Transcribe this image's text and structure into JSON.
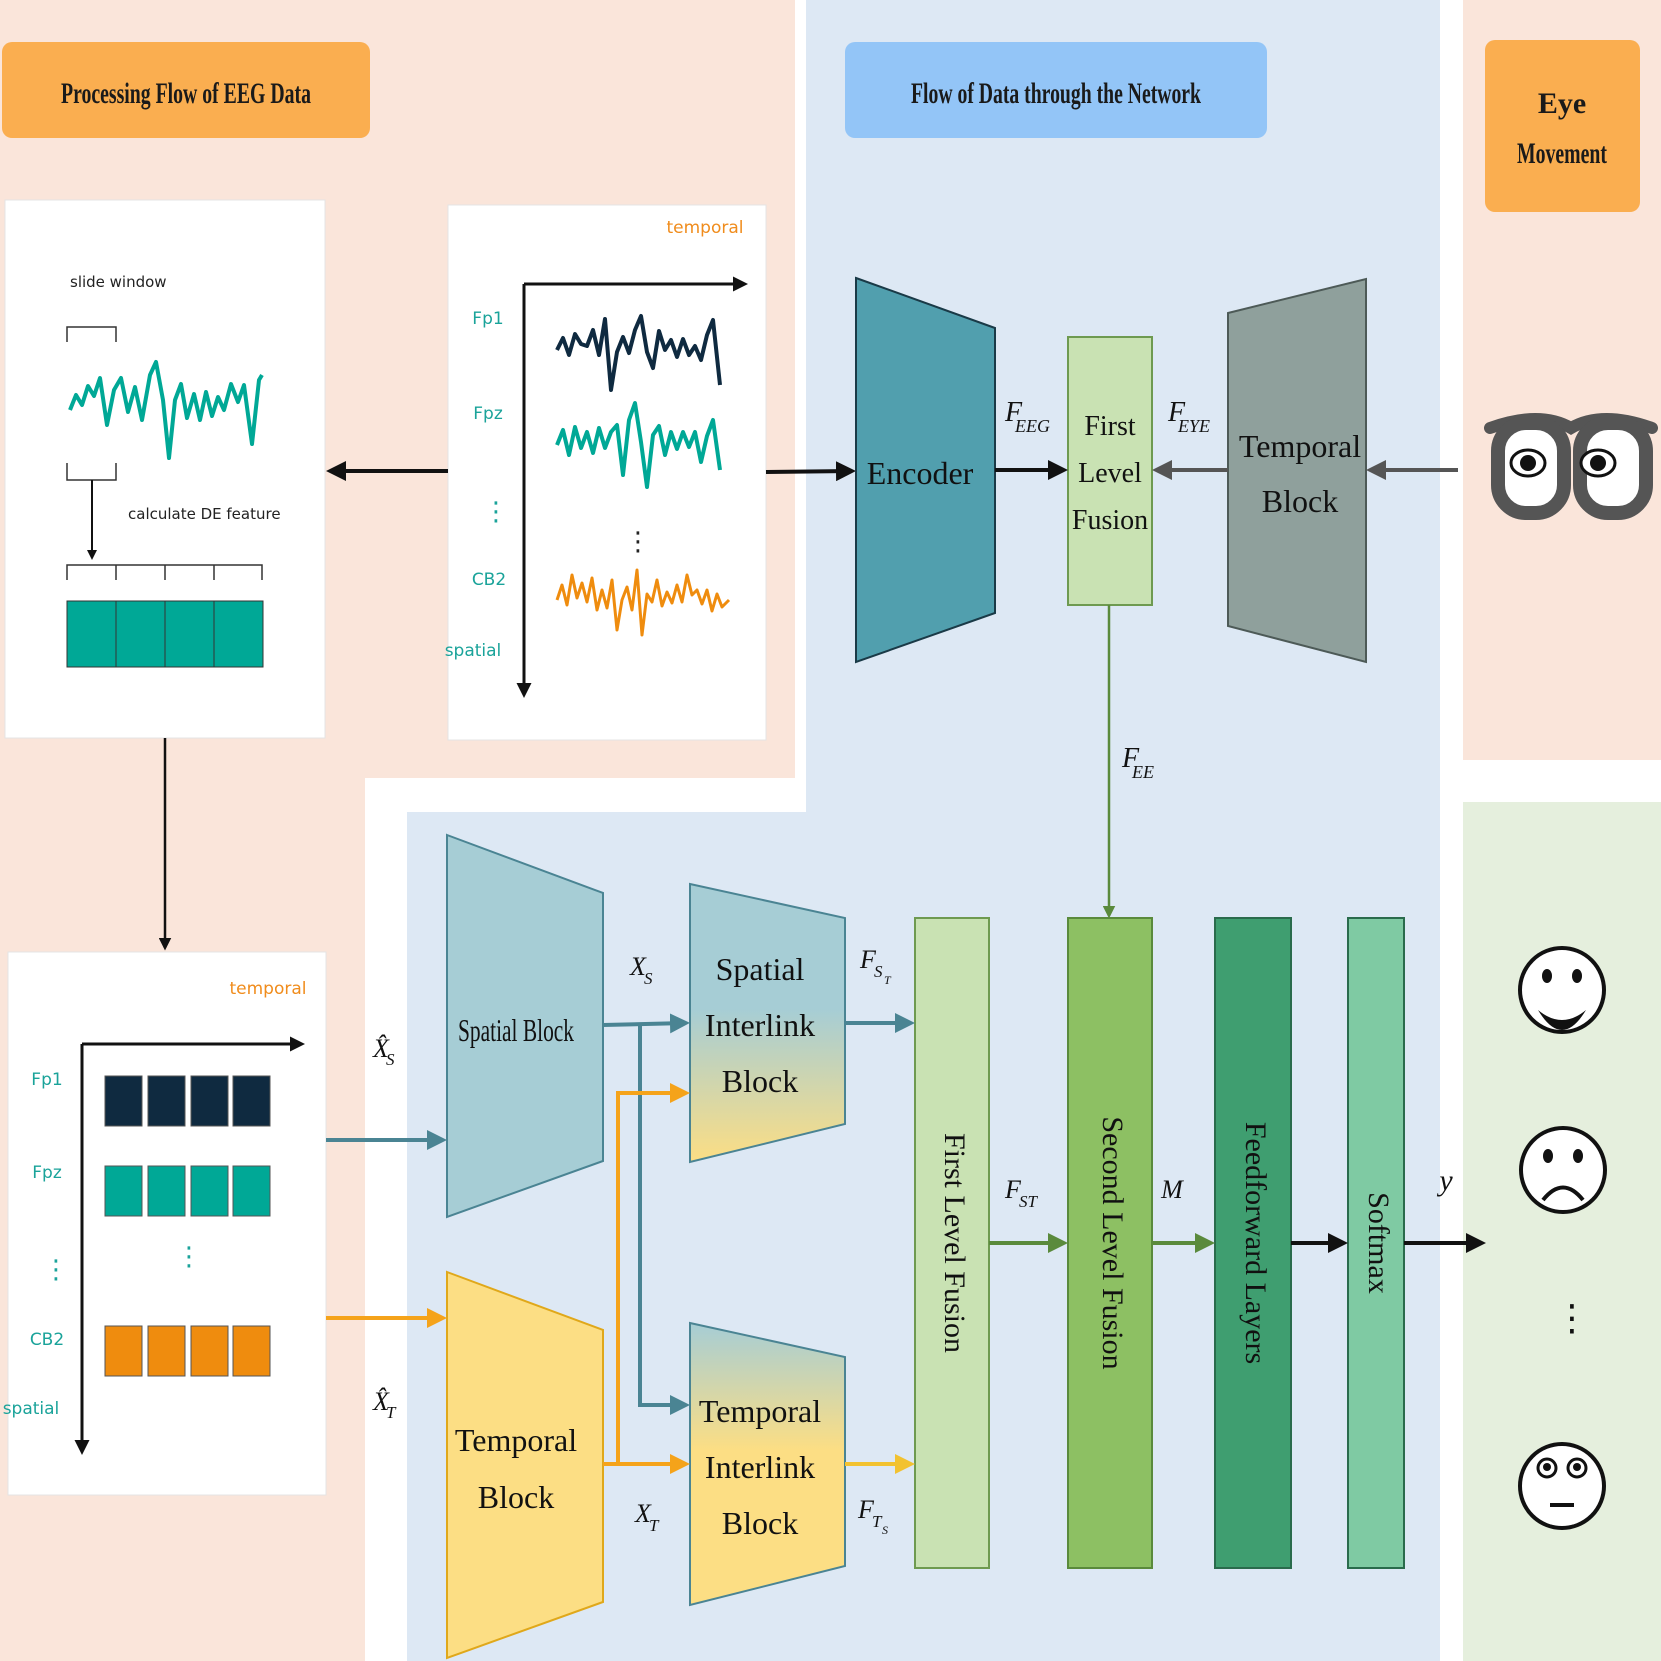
{
  "headers": {
    "processing_flow": "Processing Flow of EEG Data",
    "network_flow": "Flow of Data through the Network",
    "eye_movement_line1": "Eye",
    "eye_movement_line2": "Movement"
  },
  "eeg_panel": {
    "temporal_label": "temporal",
    "spatial_label": "spatial",
    "channels": [
      "Fp1",
      "Fpz",
      "CB2"
    ],
    "ellipsis": "⋮"
  },
  "de_panel": {
    "slide_window": "slide window",
    "calculate_de": "calculate DE feature"
  },
  "feature_panel": {
    "temporal_label": "temporal",
    "spatial_label": "spatial",
    "channels": [
      "Fp1",
      "Fpz",
      "CB2"
    ],
    "ellipsis": "⋮"
  },
  "blocks": {
    "encoder": "Encoder",
    "first_level_fusion_top": [
      "First",
      "Level",
      "Fusion"
    ],
    "temporal_block_top": [
      "Temporal",
      "Block"
    ],
    "spatial_block": "Spatial Block",
    "temporal_block_bottom": [
      "Temporal",
      "Block"
    ],
    "spatial_interlink": [
      "Spatial",
      "Interlink",
      "Block"
    ],
    "temporal_interlink": [
      "Temporal",
      "Interlink",
      "Block"
    ],
    "first_level_fusion": "First Level Fusion",
    "second_level_fusion": "Second Level Fusion",
    "feedforward": "Feedforward Layers",
    "softmax": "Softmax"
  },
  "math": {
    "f_eeg_base": "F",
    "f_eeg_sub": "EEG",
    "f_eye_base": "F",
    "f_eye_sub": "EYE",
    "f_ee_base": "F",
    "f_ee_sub": "EE",
    "xs_hat_base": "X̂",
    "xs_hat_sub": "S",
    "xt_hat_base": "X̂",
    "xt_hat_sub": "T",
    "xs_base": "X",
    "xs_sub": "S",
    "xt_base": "X",
    "xt_sub": "T",
    "fst_base": "F",
    "fst_sub": "S",
    "fst_subsub": "T",
    "fts_base": "F",
    "fts_sub": "T",
    "fts_subsub": "S",
    "f_st_base": "F",
    "f_st_sub": "ST",
    "m": "M",
    "y": "y"
  },
  "emotions": {
    "ellipsis": "⋮"
  },
  "colors": {
    "peach_bg": "#FAE5DA",
    "blue_bg": "#DDE8F4",
    "green_bg": "#E5EFDD",
    "orange_header": "#FAAE50",
    "blue_header": "#93C5F7",
    "encoder": "#519FAE",
    "temporal_gray": "#8FA09C",
    "first_fusion": "#C9E2B3",
    "spatial_block": "#A6CDD5",
    "temporal_yellow": "#FCDE84",
    "second_fusion": "#8DC063",
    "feedforward": "#3F9E70",
    "softmax": "#7FCAA3",
    "teal": "#00A896",
    "navy": "#0F2A40",
    "orange_wave": "#EF8C0E"
  }
}
